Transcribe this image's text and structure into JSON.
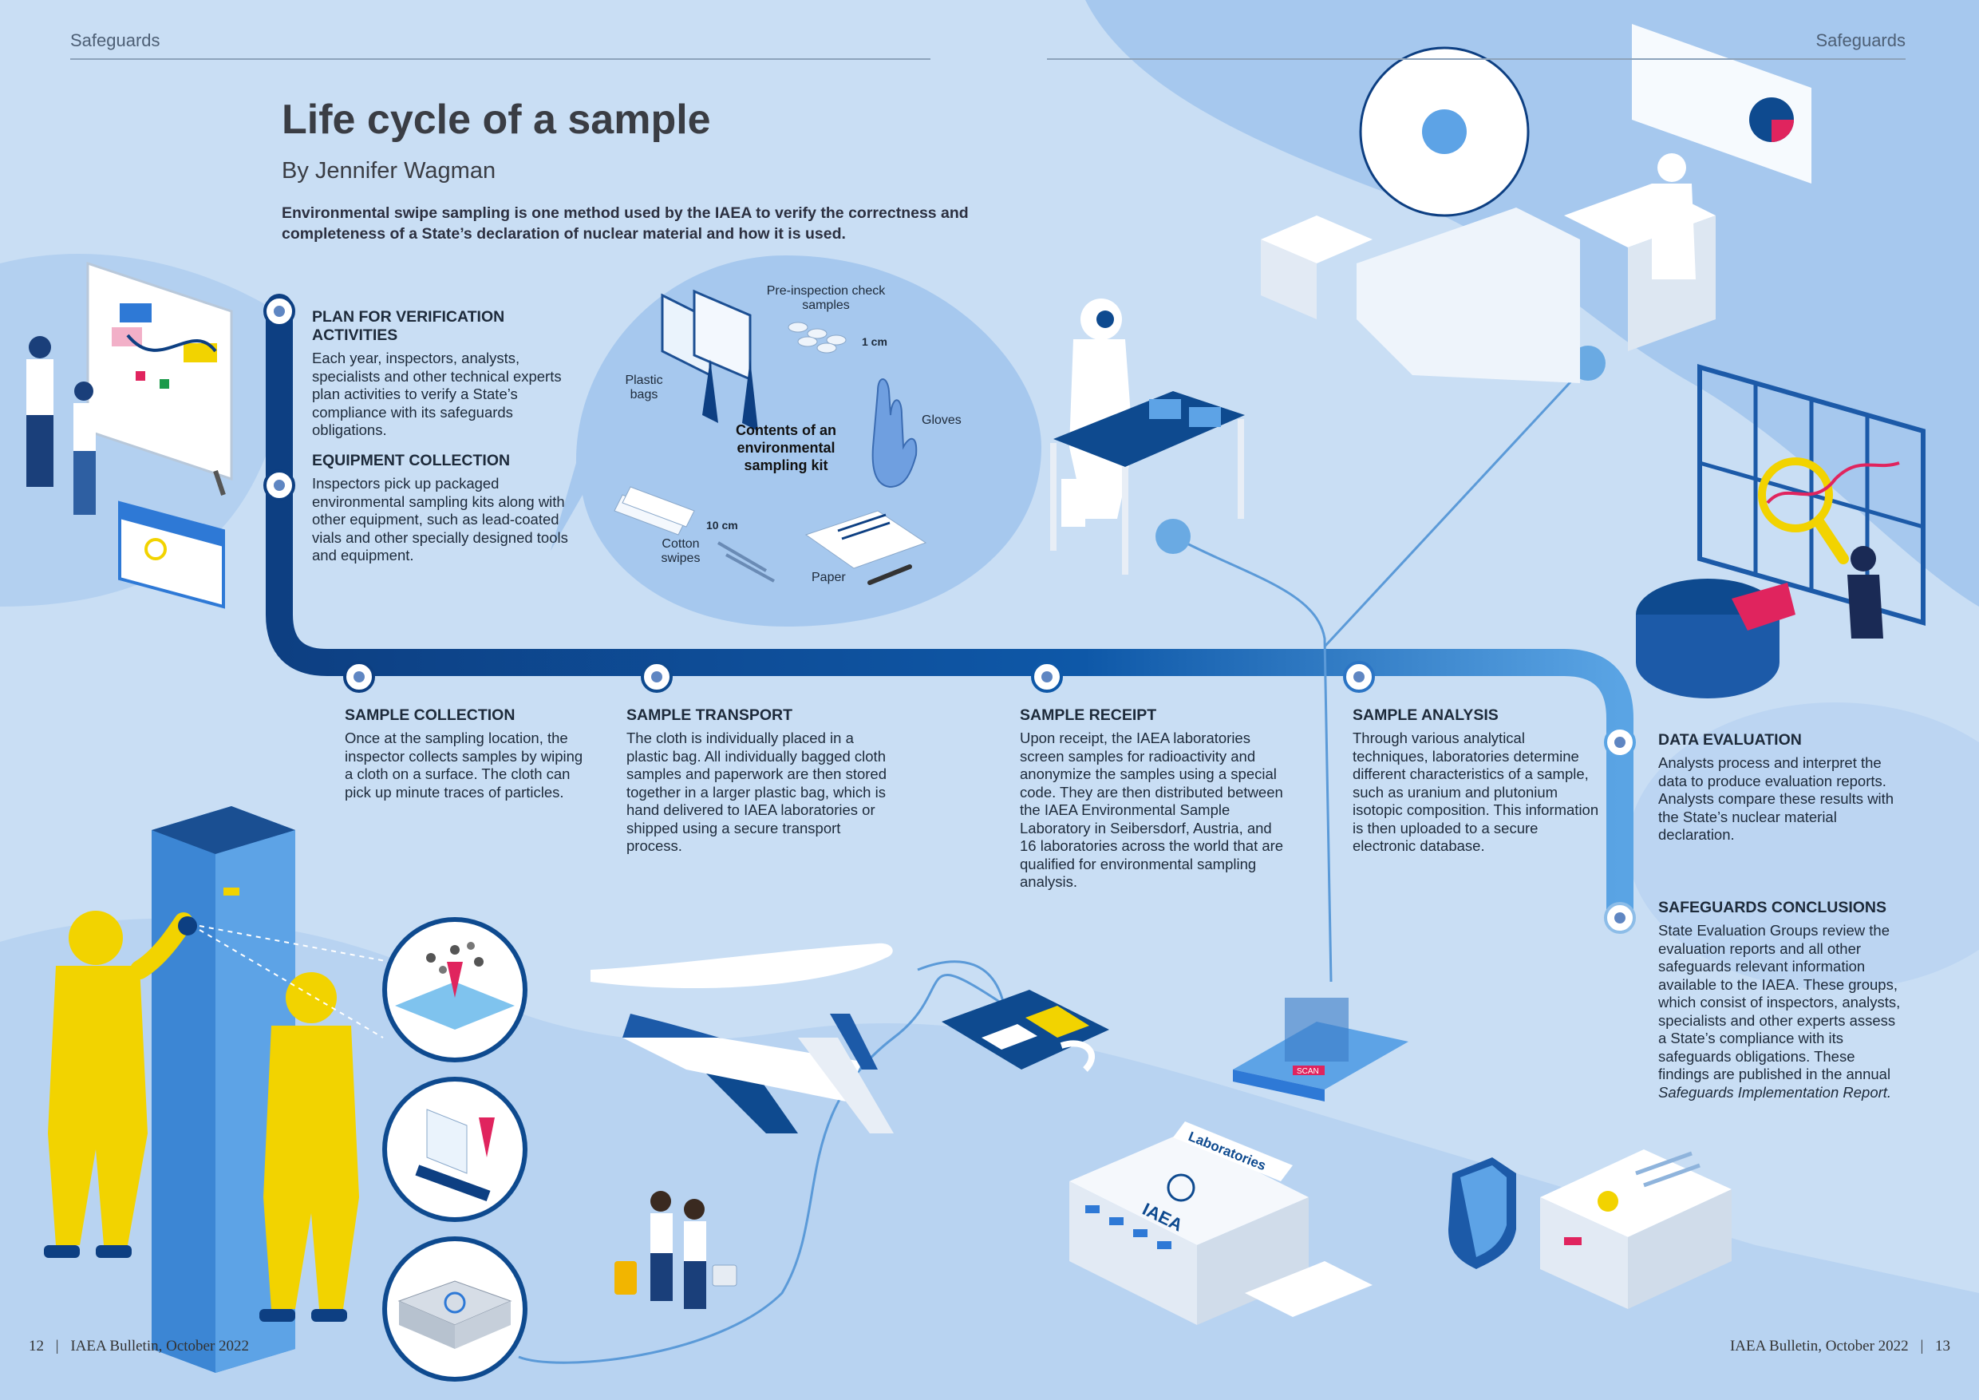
{
  "header": {
    "left": "Safeguards",
    "right": "Safeguards"
  },
  "article": {
    "title": "Life cycle of a sample",
    "byline": "By Jennifer Wagman",
    "intro": "Environmental swipe sampling is one method used by the IAEA to verify the correctness and completeness of a State’s declaration of nuclear material and how it is used."
  },
  "steps": [
    {
      "title": "PLAN FOR VERIFICATION ACTIVITIES",
      "text": "Each year, inspectors, analysts, specialists and other technical experts plan activities to verify a State’s compliance with its safeguards obligations."
    },
    {
      "title": "EQUIPMENT COLLECTION",
      "text": "Inspectors pick up packaged environmental sampling kits along with other equipment, such as lead-coated vials and other specially designed tools and equipment."
    },
    {
      "title": "SAMPLE COLLECTION",
      "text": "Once at the sampling location, the inspector collects samples by wiping a cloth on a surface. The cloth can pick up minute traces of particles."
    },
    {
      "title": "SAMPLE TRANSPORT",
      "text": "The cloth is individually placed in a plastic bag. All individually bagged cloth samples and paperwork are then stored together in a larger plastic bag, which is hand delivered to IAEA laboratories or shipped using a secure transport process."
    },
    {
      "title": "SAMPLE RECEIPT",
      "text": "Upon receipt, the IAEA laboratories screen samples for radioactivity and anonymize the samples using a special code. They are then distributed between the IAEA Environmental Sample Laboratory in Seibersdorf, Austria, and 16 laboratories across the world that are qualified for environmental sampling analysis."
    },
    {
      "title": "SAMPLE ANALYSIS",
      "text": "Through various analytical techniques, laboratories determine different characteristics of a sample, such as uranium and plutonium isotopic composition. This information is then uploaded to a secure electronic database."
    },
    {
      "title": "DATA EVALUATION",
      "text": "Analysts process and interpret the data to produce evaluation reports. Analysts compare these results with the State’s nuclear material declaration."
    },
    {
      "title": "SAFEGUARDS CONCLUSIONS",
      "text": "State Evaluation Groups review the evaluation reports and all other safeguards relevant information available to the IAEA. These groups, which consist of inspectors, analysts, specialists and other experts assess a State’s compliance with its safeguards obligations. These findings are published in the annual ",
      "text_em": "Safeguards Implementation Report."
    }
  ],
  "kit": {
    "title": "Contents of an environmental sampling kit",
    "pre_inspection": "Pre-inspection check samples",
    "size_1cm": "1 cm",
    "plastic_bags": "Plastic bags",
    "gloves": "Gloves",
    "size_10cm": "10 cm",
    "cotton_swipes": "Cotton swipes",
    "paper": "Paper"
  },
  "labels": {
    "laboratories": "Laboratories",
    "iaea": "IAEA",
    "scan": "SCAN"
  },
  "footer": {
    "left_page": "12",
    "left_pub": "IAEA Bulletin, October 2022",
    "right_pub": "IAEA Bulletin, October 2022",
    "right_page": "13",
    "separator": "|"
  },
  "colors": {
    "background": "#c9def4",
    "path": "#0e4a8f",
    "accent_yellow": "#f2d300",
    "accent_pink": "#e0245e"
  },
  "icons": [
    "planning-board-icon",
    "calendar-icon",
    "inspectors-icon",
    "sampling-kit-icon",
    "airplane-icon",
    "travelers-icon",
    "qr-code-icon",
    "scan-tablet-icon",
    "laboratory-building-icon",
    "scientist-icon",
    "microscope-pattern-icon",
    "analyst-magnifier-icon",
    "pie-chart-icon",
    "shield-icon",
    "report-document-icon"
  ]
}
